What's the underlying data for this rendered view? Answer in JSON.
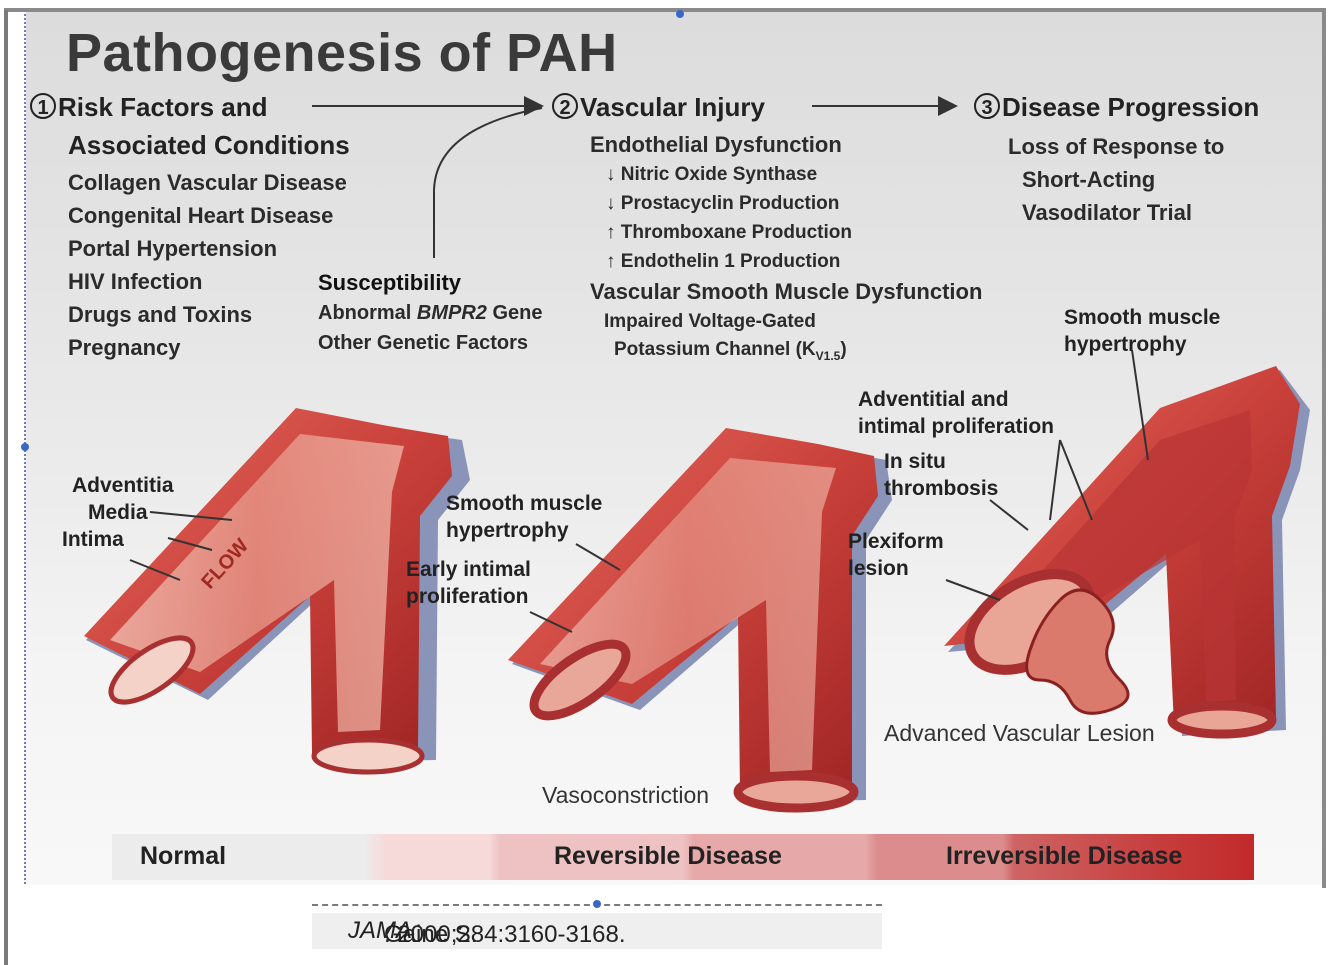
{
  "title": "Pathogenesis of PAH",
  "stages": [
    {
      "num": "1",
      "heading": "Risk Factors and",
      "heading2": "Associated Conditions"
    },
    {
      "num": "2",
      "heading": "Vascular Injury"
    },
    {
      "num": "3",
      "heading": "Disease Progression"
    }
  ],
  "risk_factors": [
    "Collagen Vascular Disease",
    "Congenital Heart Disease",
    "Portal Hypertension",
    "HIV Infection",
    "Drugs and Toxins",
    "Pregnancy"
  ],
  "susceptibility": {
    "heading": "Susceptibility",
    "item1_pre": "Abnormal ",
    "item1_gene": "BMPR2",
    "item1_post": " Gene",
    "item2": "Other Genetic Factors"
  },
  "vascular_injury": {
    "endothelial": "Endothelial Dysfunction",
    "endothelial_items": [
      "↓ Nitric Oxide Synthase",
      "↓ Prostacyclin Production",
      "↑ Thromboxane Production",
      "↑ Endothelin 1 Production"
    ],
    "smooth_muscle": "Vascular Smooth Muscle Dysfunction",
    "smooth_items_1": "Impaired Voltage-Gated",
    "smooth_items_2": "Potassium Channel (K",
    "smooth_items_2_sub": "V1.5",
    "smooth_items_2_end": ")"
  },
  "progression_items": [
    "Loss of Response to",
    "Short-Acting",
    "Vasodilator Trial"
  ],
  "vessel_labels": {
    "adventitia": "Adventitia",
    "media": "Media",
    "intima": "Intima",
    "flow": "FLOW",
    "smooth_muscle_mid_1": "Smooth muscle",
    "smooth_muscle_mid_2": "hypertrophy",
    "early_intimal_1": "Early intimal",
    "early_intimal_2": "proliferation",
    "smooth_muscle_right_1": "Smooth muscle",
    "smooth_muscle_right_2": "hypertrophy",
    "adventitial_1": "Adventitial and",
    "adventitial_2": "intimal proliferation",
    "insitu_1": "In situ",
    "insitu_2": "thrombosis",
    "plexiform_1": "Plexiform",
    "plexiform_2": "lesion"
  },
  "captions": {
    "vasoconstriction": "Vasoconstriction",
    "advanced": "Advanced Vascular Lesion"
  },
  "bar_labels": {
    "normal": "Normal",
    "reversible": "Reversible Disease",
    "irreversible": "Irreversible Disease"
  },
  "citation": {
    "pre": "Gaine S. ",
    "journal": "JAMA",
    "post": ". 2000;284:3160-3168."
  },
  "colors": {
    "vessel_red": "#c9403a",
    "vessel_dark": "#9e2424",
    "adventitia_blue": "#8a94b8",
    "bar_dark": "#c22a2a"
  }
}
